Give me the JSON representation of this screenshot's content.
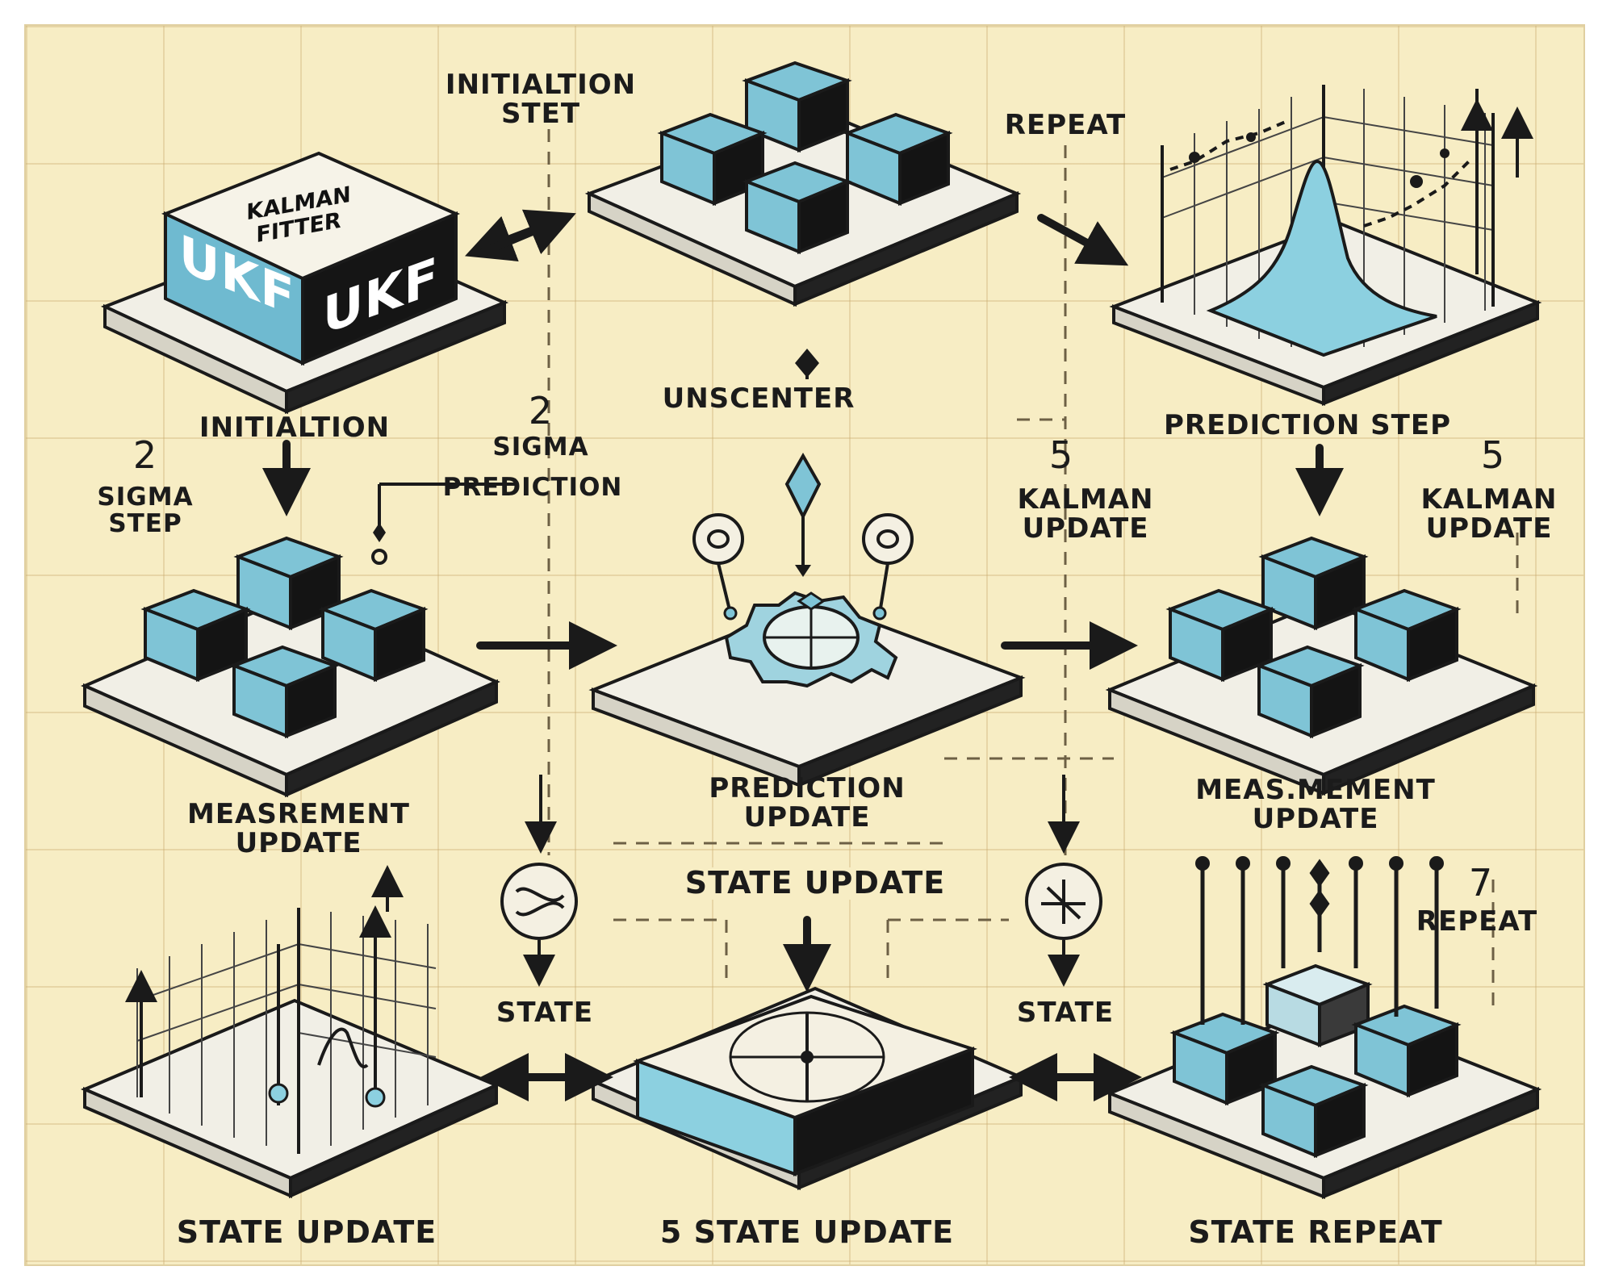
{
  "diagram": {
    "background_color": "#f7edc4",
    "accent_color": "#7fc4d6",
    "dark_color": "#111111",
    "labels": {
      "initialtion_stet": "INITIALTION\nSTET",
      "repeat_top": "REPEAT",
      "kalman_fitter": "KALMAN\nFITTER",
      "ukf_front": "UKF",
      "ukf_side": "UKF",
      "unscenter": "UNSCENTER",
      "initialtion": "INITIALTION",
      "num_2_center": "2",
      "sigma_center": "SIGMA",
      "prediction_center": "PREDICTION",
      "prediction_step": "PREDICTION STEP",
      "num_2_left": "2",
      "sigma_step": "SIGMA\nSTEP",
      "num_5_mid": "5",
      "kalman_update_mid": "KALMAN\nUPDATE",
      "num_5_right": "5",
      "kalman_update_right": "KALMAN\nUPDATE",
      "measrement_update": "MEASREMENT\nUPDATE",
      "prediction_update": "PREDICTION\nUPDATE",
      "measurement_update_right": "MEAS.MEMENT\nUPDATE",
      "state_update_center": "STATE UPDATE",
      "num_7": "7",
      "repeat_right": "REPEAT",
      "state_left": "STATE",
      "state_right": "STATE",
      "state_update_bottom_left": "STATE UPDATE",
      "state_update_bottom_center": "5 STATE UPDATE",
      "state_repeat_bottom_right": "STATE REPEAT"
    }
  }
}
